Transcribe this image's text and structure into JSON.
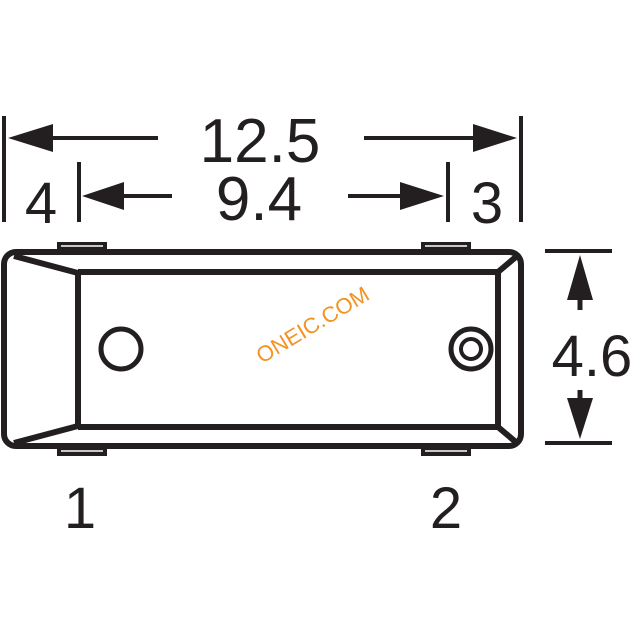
{
  "diagram": {
    "type": "component-outline-drawing",
    "units": "mm",
    "dimensions": {
      "overall_length": "12.5",
      "pad_pitch": "9.4",
      "body_height": "4.6"
    },
    "pins": {
      "top_left": "4",
      "top_right": "3",
      "bottom_left": "1",
      "bottom_right": "2"
    },
    "watermark": "ONEIC.COM",
    "colors": {
      "line": "#231f20",
      "watermark": "#f39323",
      "background": "#ffffff"
    }
  }
}
